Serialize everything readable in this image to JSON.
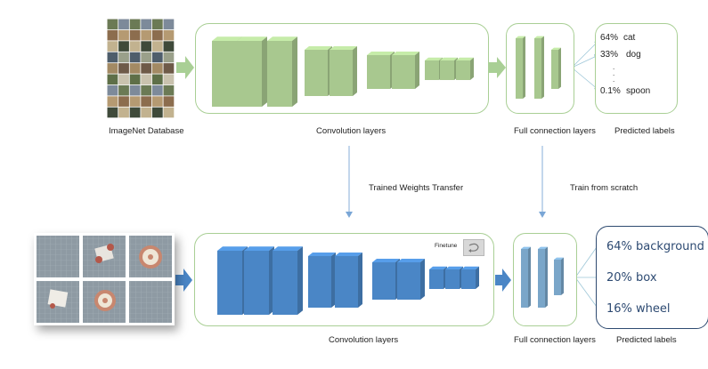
{
  "top": {
    "database_label": "ImageNet Database",
    "conv_label": "Convolution layers",
    "fc_label": "Full connection layers",
    "pred_label": "Predicted labels",
    "predictions": [
      {
        "pct": "64%",
        "name": "cat"
      },
      {
        "pct": "33%",
        "name": "dog"
      },
      {
        "pct": "0.1%",
        "name": "spoon"
      }
    ],
    "ellipsis": ".\n.\n."
  },
  "transfer_label": "Trained Weights Transfer",
  "scratch_label": "Train from scratch",
  "bottom": {
    "finetune_label": "Finetune",
    "conv_label": "Convolution layers",
    "fc_label": "Full connection layers",
    "pred_label": "Predicted labels",
    "predictions": [
      "64% background",
      "20% box",
      "16% wheel"
    ]
  },
  "colors": {
    "green_panel_border": "#a9cf95",
    "green_block": "#a8c88f",
    "blue_block": "#4a86c6",
    "arrow_green": "#a9cf95",
    "arrow_blue": "#4a86c6",
    "pred_box_border": "#2e4a70"
  }
}
